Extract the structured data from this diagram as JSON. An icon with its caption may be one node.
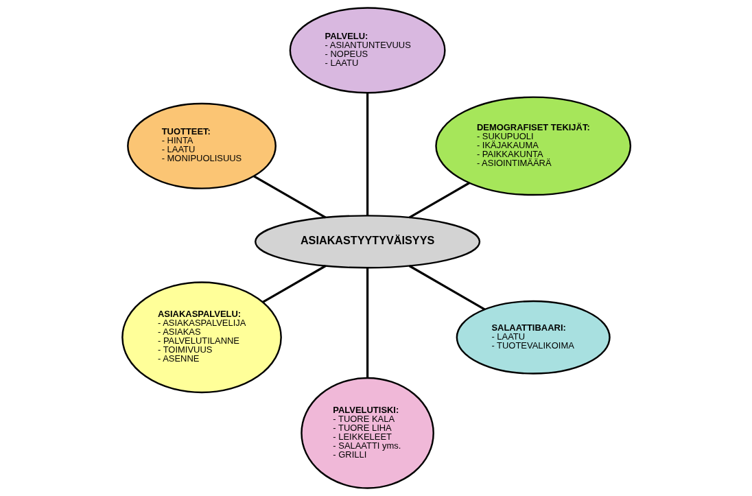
{
  "diagram": {
    "nodes": [
      {
        "text": [
          "DEMOGRAFISET TEKIJÄT:",
          "- SUKUPUOLI",
          "- IKÄJAKAUMA",
          "- PAIKKAKUNTA",
          "- ASIOINTIMÄÄRÄ"
        ]
      },
      {
        "text": [
          "PALVELU:",
          "- ASIANTUNTEVUUS",
          "- NOPEUS",
          "- LAATU"
        ]
      },
      {
        "text": [
          "TUOTTEET:",
          "- HINTA",
          "- LAATU",
          "- MONIPUOLISUUS"
        ]
      },
      {
        "text": [
          "ASIAKASTYYTYVÄISYYS"
        ]
      },
      {
        "text": [
          "ASIAKASPALVELU:",
          "- ASIAKASPALVELIJA",
          "- ASIAKAS",
          "- PALVELUTILANNE",
          "- TOIMIVUUS",
          "- ASENNE"
        ]
      },
      {
        "text": [
          "PALVELUTISKI:",
          "- TUORE KALA",
          "- TUORE LIHA",
          "- LEIKKELEET",
          "- SALAATTI yms.",
          "- GRILLI"
        ]
      },
      {
        "text": [
          "SALAATTIBAARI:",
          "- LAATU",
          "- TUOTEVALIKOIMA"
        ]
      }
    ],
    "edges": [
      {
        "from": 3,
        "to": 0,
        "arrow": "none"
      },
      {
        "from": 3,
        "to": 1,
        "arrow": "none"
      },
      {
        "from": 3,
        "to": 2,
        "arrow": "none"
      },
      {
        "from": 3,
        "to": 4,
        "arrow": "none"
      },
      {
        "from": 3,
        "to": 5,
        "arrow": "none"
      },
      {
        "from": 3,
        "to": 6,
        "arrow": "none"
      }
    ]
  }
}
